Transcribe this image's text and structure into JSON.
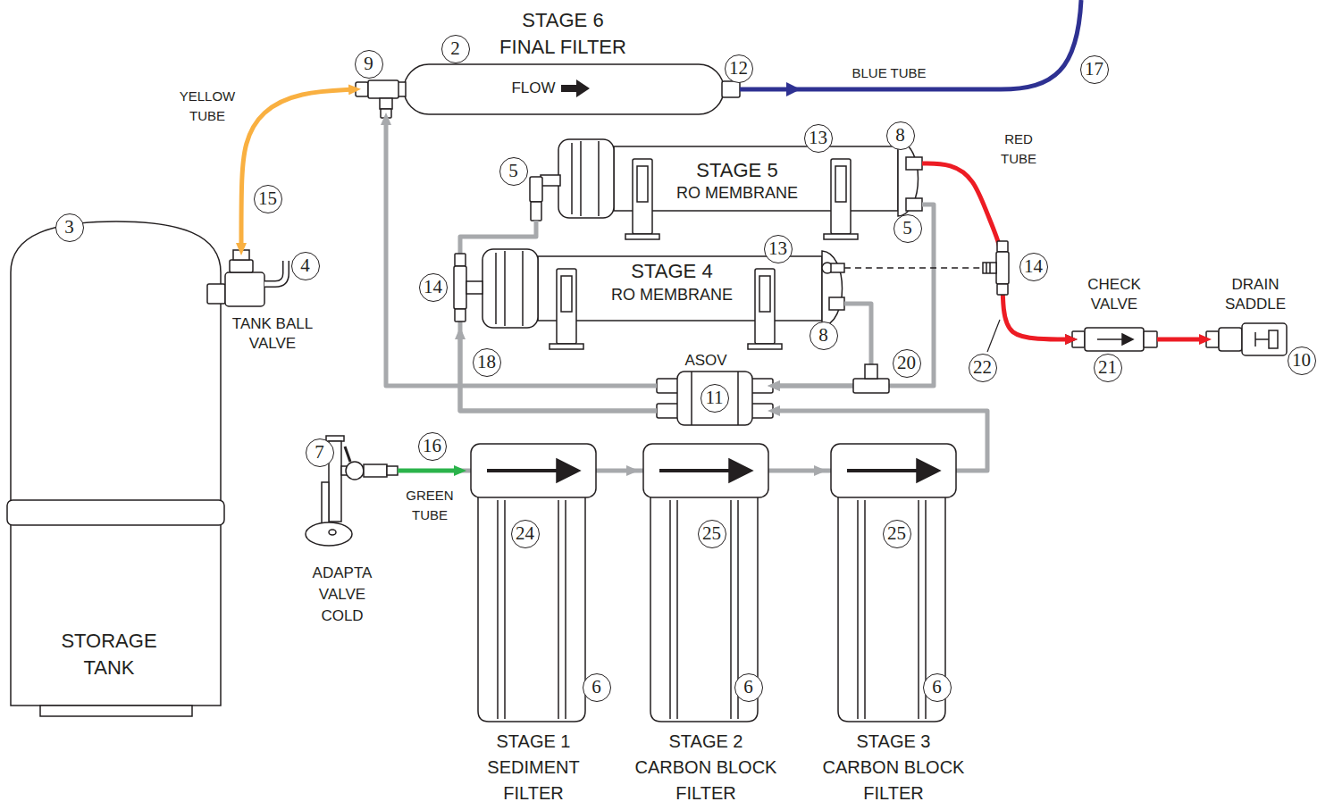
{
  "diagram": {
    "nodes": [
      {
        "text": [
          "STAGE 6 FINAL FILTER",
          "FLOW"
        ]
      },
      {
        "text": [
          "STAGE 5",
          "RO MEMBRANE"
        ]
      },
      {
        "text": [
          "STAGE 4",
          "RO MEMBRANE"
        ]
      },
      {
        "text": [
          "STORAGE TANK"
        ]
      },
      {
        "text": [
          "TANK BALL VALVE"
        ]
      },
      {
        "text": [
          "CHECK VALVE"
        ]
      },
      {
        "text": [
          "DRAIN SADDLE"
        ]
      },
      {
        "text": [
          "ASOV"
        ]
      },
      {
        "text": [
          "ADAPTA VALVE COLD"
        ]
      },
      {
        "text": [
          "STAGE 1 SEDIMENT FILTER"
        ]
      },
      {
        "text": [
          "STAGE 2 CARBON BLOCK FILTER"
        ]
      },
      {
        "text": [
          "STAGE 3 CARBON BLOCK FILTER"
        ]
      }
    ],
    "edges": [
      {
        "from": 8,
        "to": 9,
        "arrow": "to"
      },
      {
        "from": 9,
        "to": 10,
        "arrow": "to"
      },
      {
        "from": 10,
        "to": 11,
        "arrow": "to"
      },
      {
        "from": 11,
        "to": 7,
        "arrow": "to"
      },
      {
        "from": 7,
        "to": 2,
        "arrow": "to"
      },
      {
        "from": 7,
        "to": 1,
        "arrow": "none"
      },
      {
        "from": 2,
        "to": 7,
        "arrow": "to"
      },
      {
        "from": 1,
        "to": 7,
        "arrow": "to"
      },
      {
        "from": 7,
        "to": 0,
        "arrow": "to"
      },
      {
        "from": 4,
        "to": 0,
        "arrow": "both"
      },
      {
        "from": 2,
        "to": 5,
        "arrow": "to"
      },
      {
        "from": 1,
        "to": 5,
        "arrow": "to"
      },
      {
        "from": 5,
        "to": 6,
        "arrow": "to"
      }
    ],
    "labels": [
      "YELLOW TUBE",
      "BLUE TUBE",
      "RED TUBE",
      "GREEN TUBE",
      "2",
      "9",
      "12",
      "17",
      "13",
      "8",
      "5",
      "5",
      "3",
      "15",
      "4",
      "13",
      "14",
      "14",
      "8",
      "20",
      "18",
      "11",
      "22",
      "21",
      "10",
      "7",
      "16",
      "24",
      "25",
      "25",
      "6",
      "6",
      "6"
    ]
  }
}
